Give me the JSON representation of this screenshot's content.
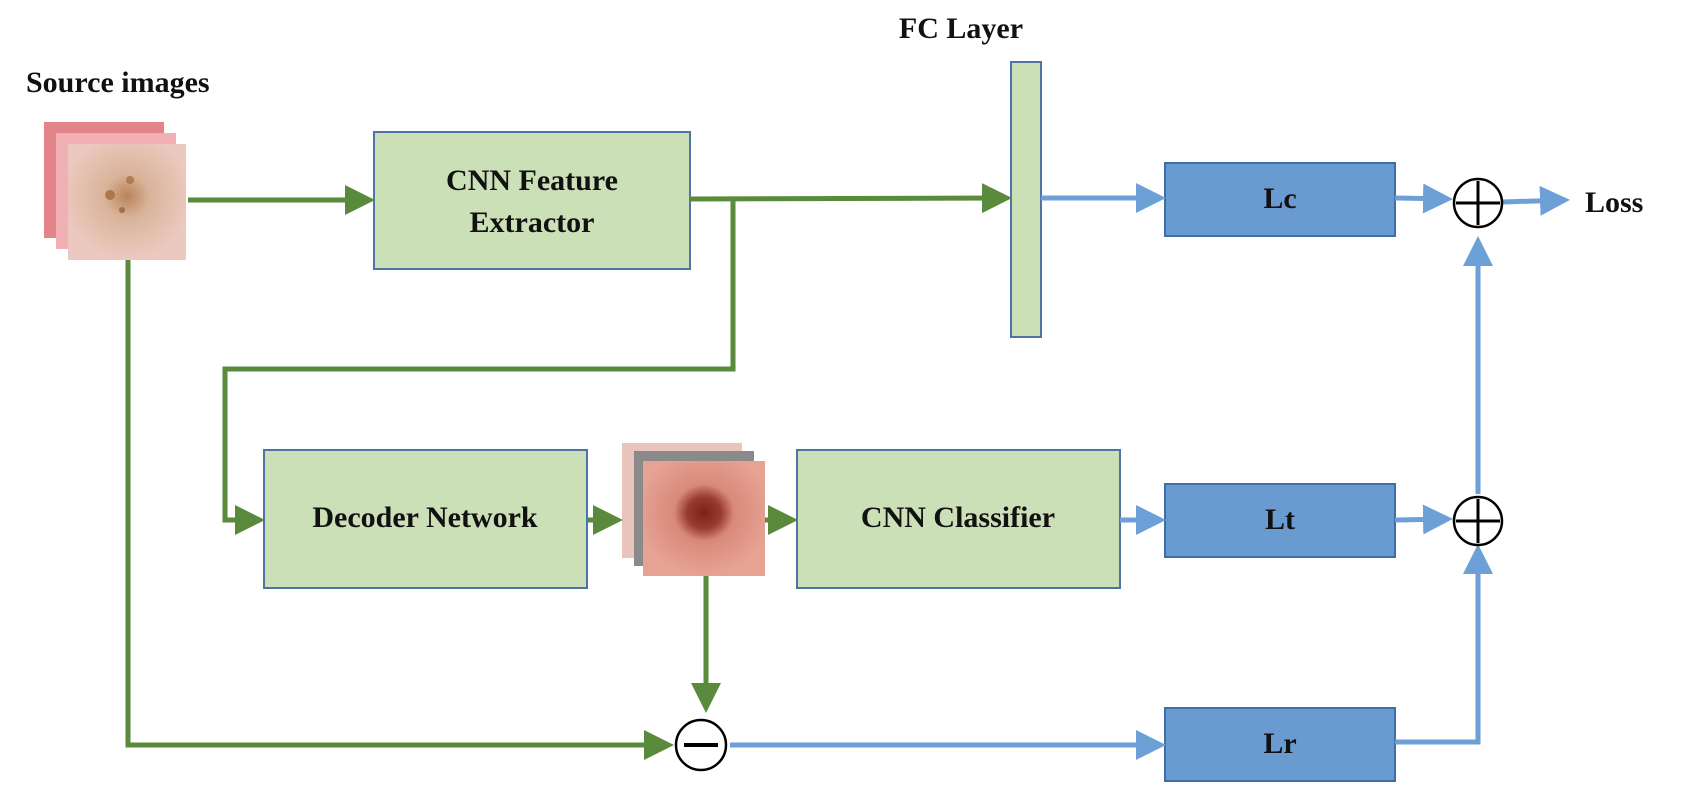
{
  "labels": {
    "source_images": "Source images",
    "fc_layer": "FC Layer",
    "cnn_feature_line1": "CNN Feature",
    "cnn_feature_line2": "Extractor",
    "decoder_network": "Decoder Network",
    "cnn_classifier": "CNN Classifier",
    "lc": "Lc",
    "lt": "Lt",
    "lr": "Lr",
    "loss": "Loss"
  },
  "colors": {
    "green_box": "#cce0b8",
    "blue_box": "#6a9bd0",
    "green_arrow": "#5a8a3c",
    "blue_arrow": "#6ea0d8"
  },
  "icons": {
    "source_image_stack": "skin-lesion-image-stack-icon",
    "reconstructed_image_stack": "skin-lesion-image-stack-icon",
    "sum_operator": "circled-plus-icon",
    "difference_operator": "circled-minus-icon"
  }
}
